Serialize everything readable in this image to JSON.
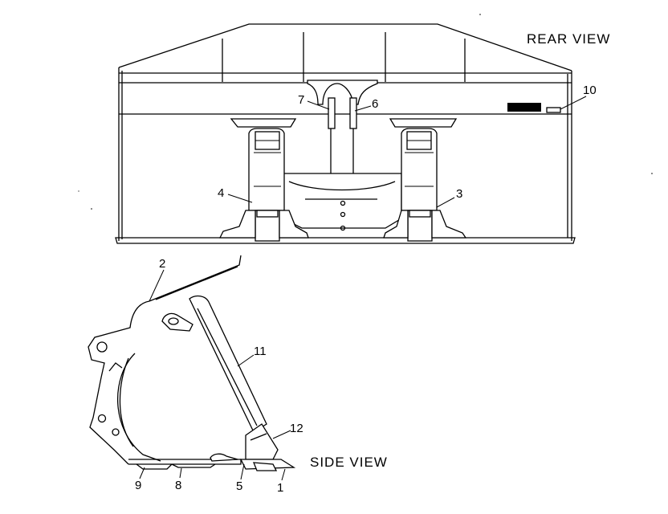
{
  "views": {
    "rear": "REAR  VIEW",
    "side": "SIDE  VIEW"
  },
  "callouts": {
    "c1": "1",
    "c2": "2",
    "c3": "3",
    "c4": "4",
    "c5": "5",
    "c6": "6",
    "c7": "7",
    "c8": "8",
    "c9": "9",
    "c10": "10",
    "c11": "11",
    "c12": "12"
  },
  "colors": {
    "line": "#000000",
    "background": "#ffffff"
  }
}
